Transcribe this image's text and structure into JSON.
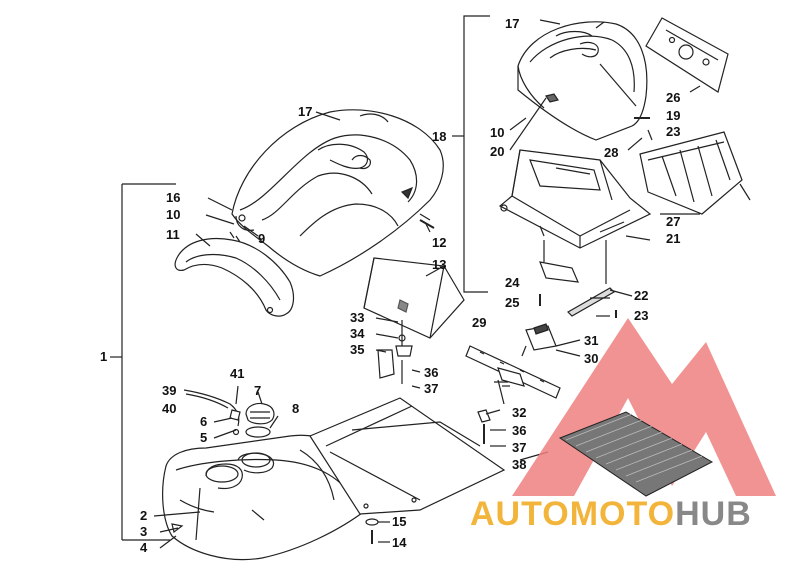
{
  "callouts": [
    {
      "id": "c1",
      "text": "1"
    },
    {
      "id": "c2",
      "text": "2"
    },
    {
      "id": "c3",
      "text": "3"
    },
    {
      "id": "c4",
      "text": "4"
    },
    {
      "id": "c5",
      "text": "5"
    },
    {
      "id": "c6",
      "text": "6"
    },
    {
      "id": "c7",
      "text": "7"
    },
    {
      "id": "c8",
      "text": "8"
    },
    {
      "id": "c9",
      "text": "9"
    },
    {
      "id": "c10a",
      "text": "10"
    },
    {
      "id": "c10b",
      "text": "10"
    },
    {
      "id": "c11",
      "text": "11"
    },
    {
      "id": "c12",
      "text": "12"
    },
    {
      "id": "c13",
      "text": "13"
    },
    {
      "id": "c14",
      "text": "14"
    },
    {
      "id": "c15",
      "text": "15"
    },
    {
      "id": "c16",
      "text": "16"
    },
    {
      "id": "c17a",
      "text": "17"
    },
    {
      "id": "c17b",
      "text": "17"
    },
    {
      "id": "c18",
      "text": "18"
    },
    {
      "id": "c19",
      "text": "19"
    },
    {
      "id": "c20",
      "text": "20"
    },
    {
      "id": "c21",
      "text": "21"
    },
    {
      "id": "c22",
      "text": "22"
    },
    {
      "id": "c23a",
      "text": "23"
    },
    {
      "id": "c23b",
      "text": "23"
    },
    {
      "id": "c24",
      "text": "24"
    },
    {
      "id": "c25",
      "text": "25"
    },
    {
      "id": "c26",
      "text": "26"
    },
    {
      "id": "c27",
      "text": "27"
    },
    {
      "id": "c28",
      "text": "28"
    },
    {
      "id": "c29",
      "text": "29"
    },
    {
      "id": "c30",
      "text": "30"
    },
    {
      "id": "c31",
      "text": "31"
    },
    {
      "id": "c32",
      "text": "32"
    },
    {
      "id": "c33",
      "text": "33"
    },
    {
      "id": "c34",
      "text": "34"
    },
    {
      "id": "c35",
      "text": "35"
    },
    {
      "id": "c36a",
      "text": "36"
    },
    {
      "id": "c36b",
      "text": "36"
    },
    {
      "id": "c37a",
      "text": "37"
    },
    {
      "id": "c37b",
      "text": "37"
    },
    {
      "id": "c38",
      "text": "38"
    },
    {
      "id": "c39",
      "text": "39"
    },
    {
      "id": "c40",
      "text": "40"
    },
    {
      "id": "c41",
      "text": "41"
    }
  ],
  "watermark": {
    "part1": "AUTO",
    "part2": "MOTO",
    "part3": "HUB",
    "accent_color": "#f2b43a",
    "grey_color": "#888888",
    "triangle_color": "#f08080"
  }
}
